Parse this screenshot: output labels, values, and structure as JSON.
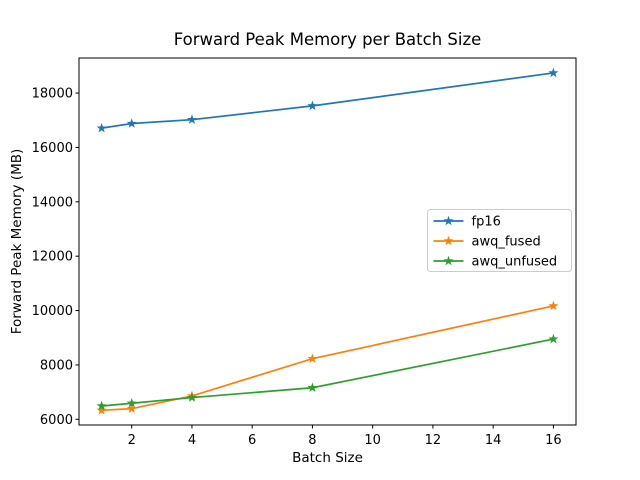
{
  "figure": {
    "background": "#ffffff"
  },
  "chart_data": {
    "type": "line",
    "title": "Forward Peak Memory per Batch Size",
    "xlabel": "Batch Size",
    "ylabel": "Forward Peak Memory (MB)",
    "x": [
      1,
      2,
      4,
      8,
      16
    ],
    "series": [
      {
        "name": "fp16",
        "color": "#1f77b4",
        "values": [
          16710,
          16880,
          17020,
          17530,
          18740
        ]
      },
      {
        "name": "awq_fused",
        "color": "#ff7f0e",
        "values": [
          6330,
          6390,
          6860,
          8230,
          10170
        ]
      },
      {
        "name": "awq_unfused",
        "color": "#2ca02c",
        "values": [
          6490,
          6590,
          6800,
          7160,
          8950
        ]
      }
    ],
    "marker": "star",
    "xticks": [
      2,
      4,
      6,
      8,
      10,
      12,
      14,
      16
    ],
    "yticks": [
      6000,
      8000,
      10000,
      12000,
      14000,
      16000,
      18000
    ],
    "xlim": [
      0.25,
      16.75
    ],
    "ylim": [
      5790,
      19290
    ],
    "grid": false,
    "legend_position": "center right",
    "legend_border_color": "#cccccc",
    "axis_color": "#000000"
  }
}
